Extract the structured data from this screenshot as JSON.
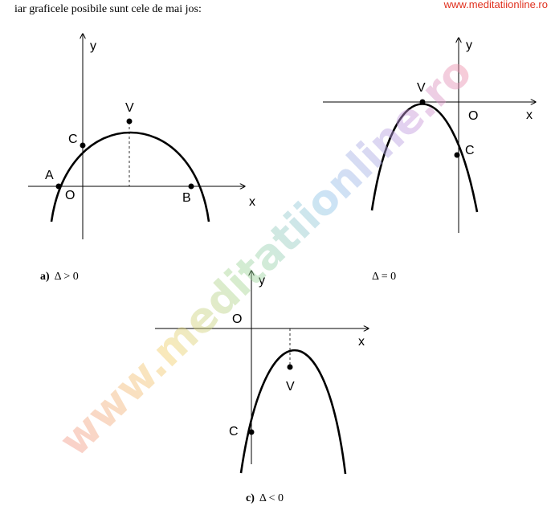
{
  "intro_text": "iar graficele posibile sunt cele de mai jos:",
  "site_url": "www.meditatiionline.ro",
  "watermark": "www.meditatiionline.ro",
  "graphs": [
    {
      "labels": {
        "y": "y",
        "x": "x",
        "O": "O",
        "V": "V",
        "C": "C",
        "A": "A",
        "B": "B"
      },
      "caption_letter": "a)",
      "caption_formula": "Δ > 0"
    },
    {
      "labels": {
        "y": "y",
        "x": "x",
        "O": "O",
        "V": "V",
        "C": "C"
      },
      "caption_letter": "",
      "caption_formula": "Δ = 0"
    },
    {
      "labels": {
        "y": "y",
        "x": "x",
        "O": "O",
        "V": "V",
        "C": "C"
      },
      "caption_letter": "c)",
      "caption_formula": "Δ < 0"
    }
  ]
}
